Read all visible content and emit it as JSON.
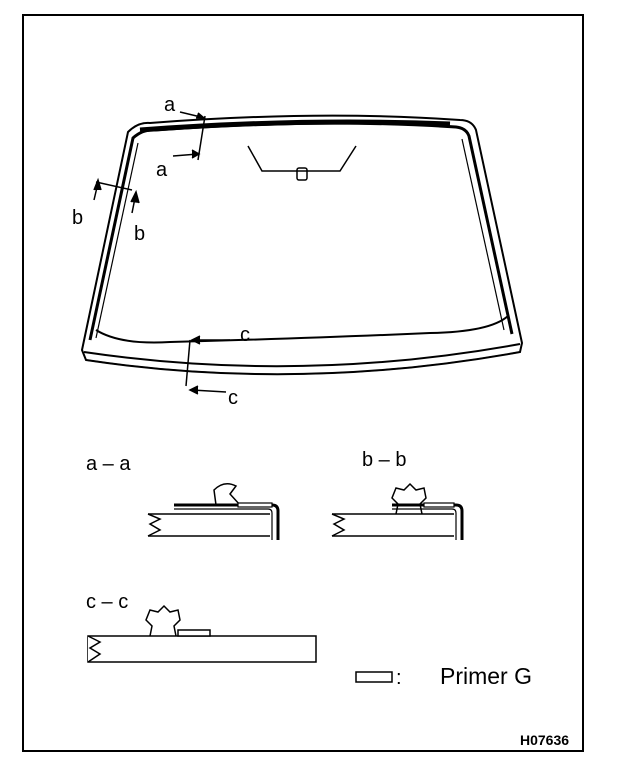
{
  "figure": {
    "id": "H07636",
    "legend_text": "Primer G",
    "legend_colon": ":",
    "section_aa": {
      "title": "a – a"
    },
    "section_bb": {
      "title": "b – b"
    },
    "section_cc": {
      "title": "c – c"
    },
    "callouts": {
      "a_top": "a",
      "a_bottom": "a",
      "b_left": "b",
      "b_right": "b",
      "c_top": "c",
      "c_bottom": "c"
    }
  }
}
